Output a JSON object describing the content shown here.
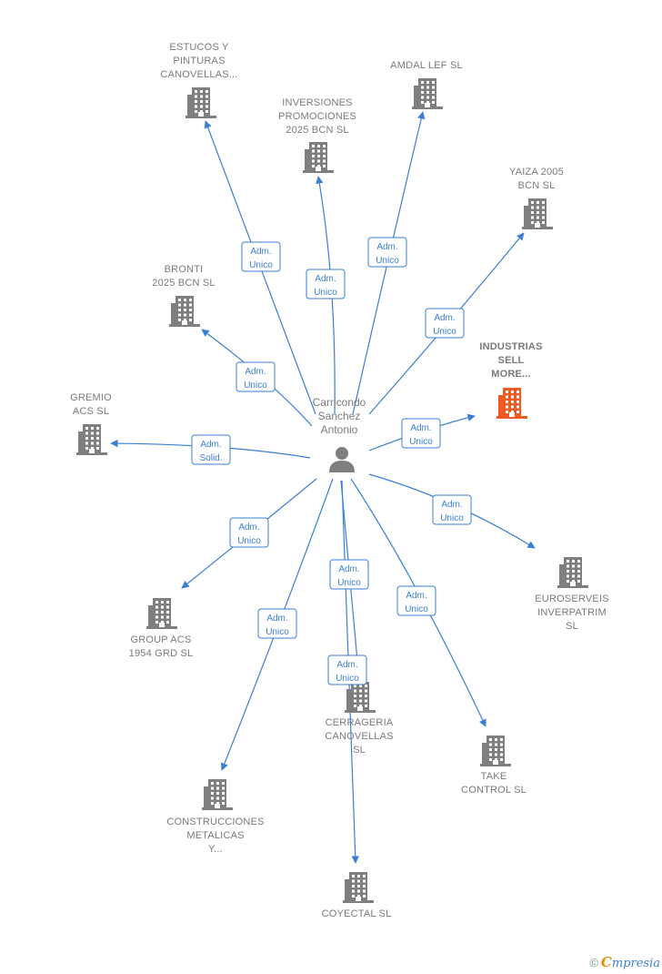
{
  "colors": {
    "edge": "#3a7fd5",
    "node": "#7f7f7f",
    "highlight": "#f05a22",
    "text": "#7a7a7a"
  },
  "center": {
    "label": [
      "Carricondo",
      "Sanchez",
      "Antonio"
    ],
    "icon": "person-icon"
  },
  "companies": [
    {
      "id": "estucos",
      "label": [
        "ESTUCOS Y",
        "PINTURAS",
        "CANOVELLAS..."
      ],
      "role": [
        "Adm.",
        "Unico"
      ],
      "highlight": false
    },
    {
      "id": "inversiones",
      "label": [
        "INVERSIONES",
        "PROMOCIONES",
        "2025 BCN  SL"
      ],
      "role": [
        "Adm.",
        "Unico"
      ],
      "highlight": false
    },
    {
      "id": "amdal",
      "label": [
        "AMDAL LEF  SL"
      ],
      "role": [
        "Adm.",
        "Unico"
      ],
      "highlight": false
    },
    {
      "id": "yaiza",
      "label": [
        "YAIZA 2005",
        "BCN  SL"
      ],
      "role": [
        "Adm.",
        "Unico"
      ],
      "highlight": false
    },
    {
      "id": "bronti",
      "label": [
        "BRONTI",
        "2025 BCN  SL"
      ],
      "role": [
        "Adm.",
        "Unico"
      ],
      "highlight": false
    },
    {
      "id": "industrias",
      "label": [
        "INDUSTRIAS",
        "SELL",
        "MORE..."
      ],
      "role": [
        "Adm.",
        "Unico"
      ],
      "highlight": true
    },
    {
      "id": "gremio",
      "label": [
        "GREMIO",
        "ACS  SL"
      ],
      "role": [
        "Adm.",
        "Solid."
      ],
      "highlight": false
    },
    {
      "id": "euroserveis",
      "label": [
        "EUROSERVEIS",
        "INVERPATRIM",
        "SL"
      ],
      "role": [
        "Adm.",
        "Unico"
      ],
      "highlight": false
    },
    {
      "id": "group",
      "label": [
        "GROUP ACS",
        "1954 GRD  SL"
      ],
      "role": [
        "Adm.",
        "Unico"
      ],
      "highlight": false
    },
    {
      "id": "cerrageria",
      "label": [
        "CERRAGERIA",
        "CANOVELLAS",
        "SL"
      ],
      "role": [
        "Adm.",
        "Unico"
      ],
      "highlight": false
    },
    {
      "id": "take",
      "label": [
        "TAKE",
        "CONTROL SL"
      ],
      "role": [
        "Adm.",
        "Unico"
      ],
      "highlight": false
    },
    {
      "id": "construcciones",
      "label": [
        "CONSTRUCCIONES",
        "METALICAS",
        "Y..."
      ],
      "role": [
        "Adm.",
        "Unico"
      ],
      "highlight": false
    },
    {
      "id": "coyectal",
      "label": [
        "COYECTAL SL"
      ],
      "role": [
        "Adm.",
        "Unico"
      ],
      "highlight": false
    }
  ],
  "footer": {
    "copyright": "©",
    "brand_initial": "C",
    "brand_rest": "mpresia"
  }
}
